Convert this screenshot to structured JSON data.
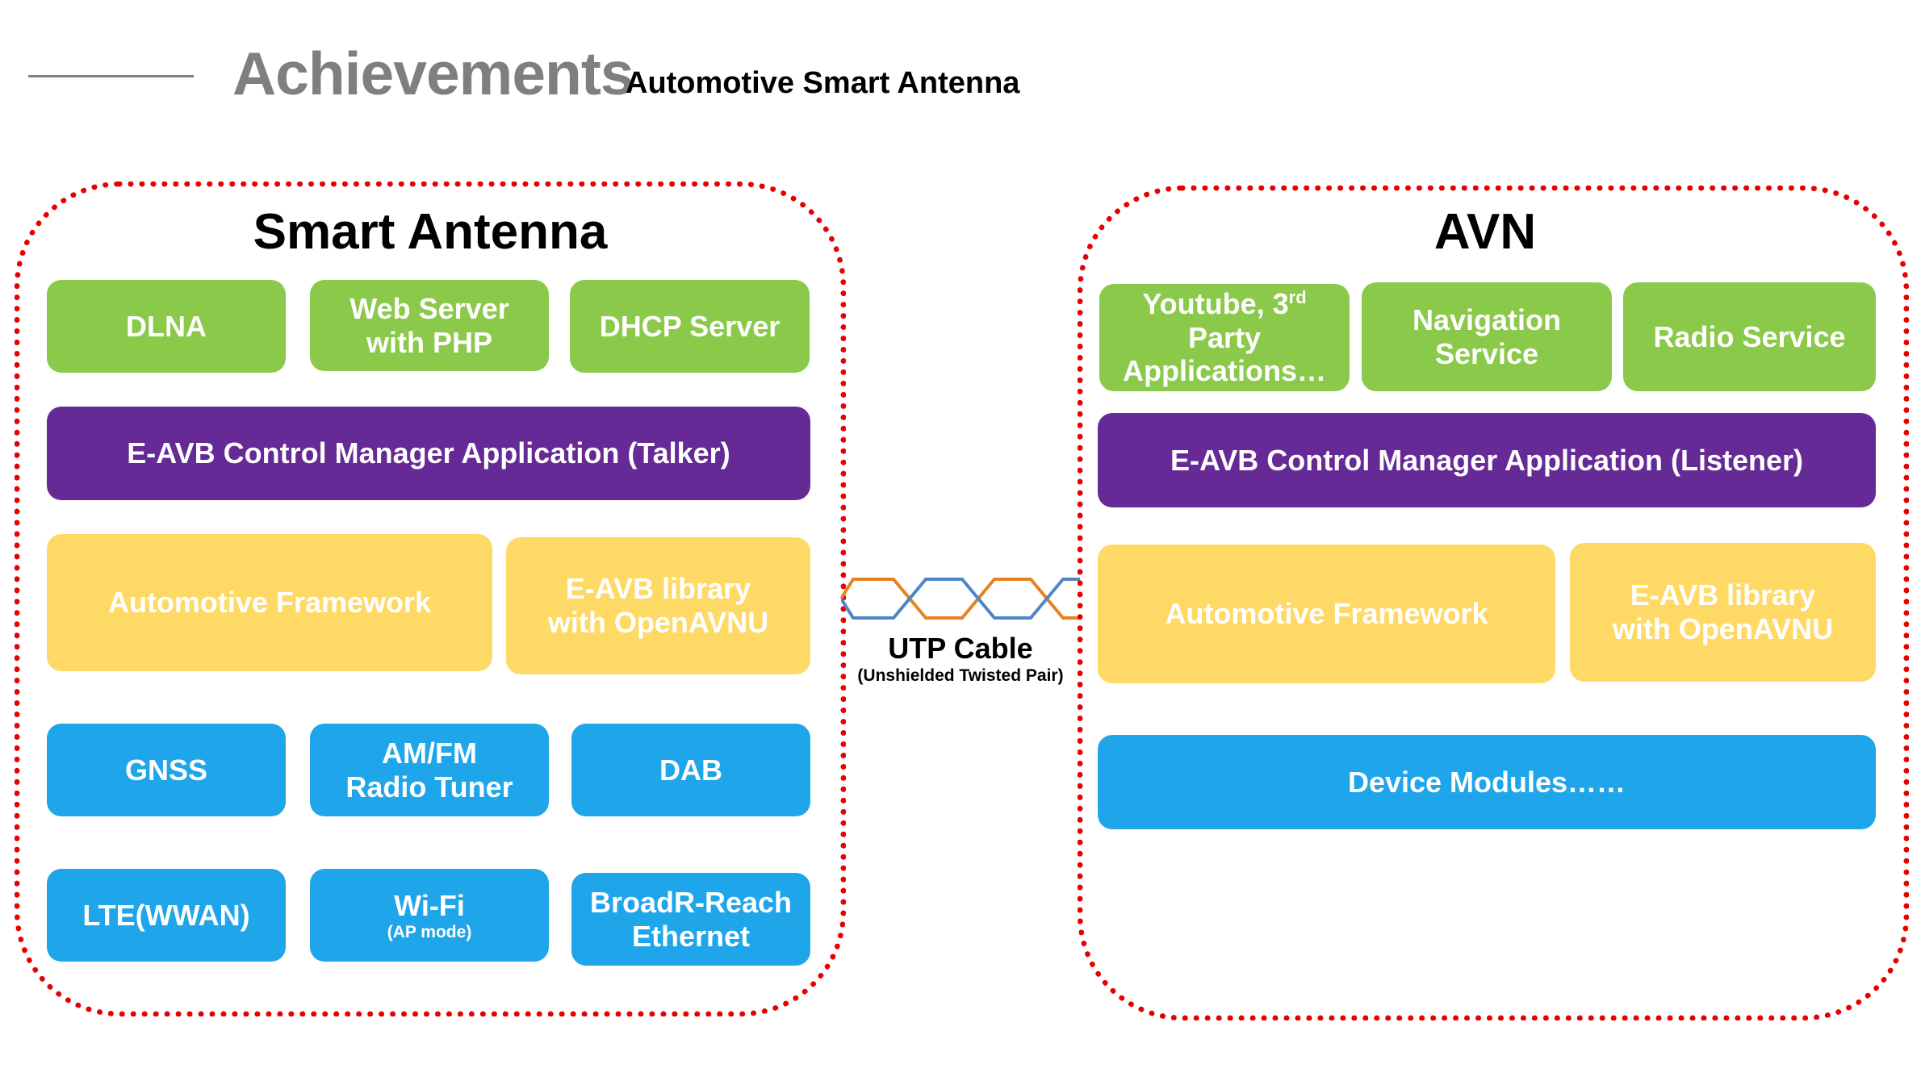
{
  "header": {
    "title": "Achievements",
    "subtitle": "Automotive Smart Antenna"
  },
  "left": {
    "title": "Smart Antenna",
    "apps": [
      "DLNA",
      "Web Server with PHP",
      "DHCP Server"
    ],
    "apps_lines": {
      "web_1": "Web Server",
      "web_2": "with PHP"
    },
    "manager": "E-AVB Control Manager Application (Talker)",
    "framework": "Automotive Framework",
    "library_1": "E-AVB library",
    "library_2": "with OpenAVNU",
    "hw_row1": {
      "gnss": "GNSS",
      "radio_1": "AM/FM",
      "radio_2": "Radio Tuner",
      "dab": "DAB"
    },
    "hw_row2": {
      "lte": "LTE(WWAN)",
      "wifi": "Wi-Fi",
      "wifi_note": "(AP mode)",
      "broadr_1": "BroadR-Reach",
      "broadr_2": "Ethernet"
    }
  },
  "cable": {
    "label": "UTP Cable",
    "note": "(Unshielded Twisted Pair)",
    "colors": {
      "wire_a": "#e8821f",
      "wire_b": "#4f86c6"
    }
  },
  "right": {
    "title": "AVN",
    "youtube_1": "Youtube, 3",
    "youtube_sup": "rd",
    "youtube_2": "Party",
    "youtube_3": "Applications…",
    "nav_1": "Navigation",
    "nav_2": "Service",
    "radio": "Radio Service",
    "manager": "E-AVB Control Manager Application (Listener)",
    "framework": "Automotive Framework",
    "library_1": "E-AVB library",
    "library_2": "with OpenAVNU",
    "devices": "Device Modules……"
  },
  "colors": {
    "green": "#8bc94a",
    "purple": "#662a96",
    "yellow": "#ffd966",
    "blue": "#1fa6ea",
    "border": "#e60000"
  }
}
